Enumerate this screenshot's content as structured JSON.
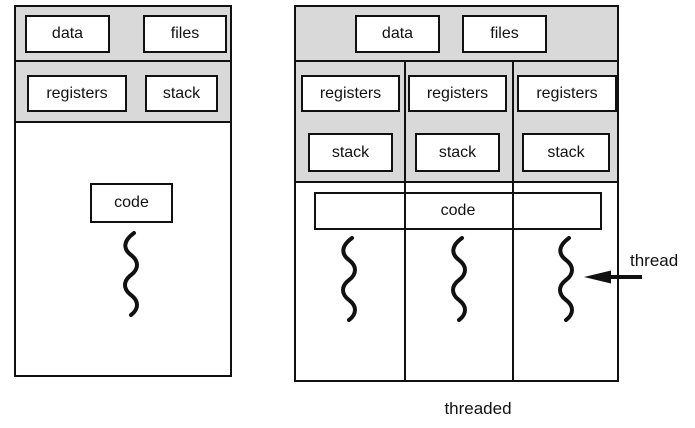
{
  "figure": {
    "colors": {
      "section_fill": "#d9d9d9",
      "box_fill": "#ffffff",
      "line": "#111111"
    },
    "single_process": {
      "data_label": "data",
      "files_label": "files",
      "registers_label": "registers",
      "stack_label": "stack",
      "code_label": "code"
    },
    "multithreaded_process": {
      "data_label": "data",
      "files_label": "files",
      "threads": [
        {
          "registers_label": "registers",
          "stack_label": "stack"
        },
        {
          "registers_label": "registers",
          "stack_label": "stack"
        },
        {
          "registers_label": "registers",
          "stack_label": "stack"
        }
      ],
      "code_label": "code",
      "thread_pointer_label": "thread",
      "caption": "threaded"
    }
  }
}
